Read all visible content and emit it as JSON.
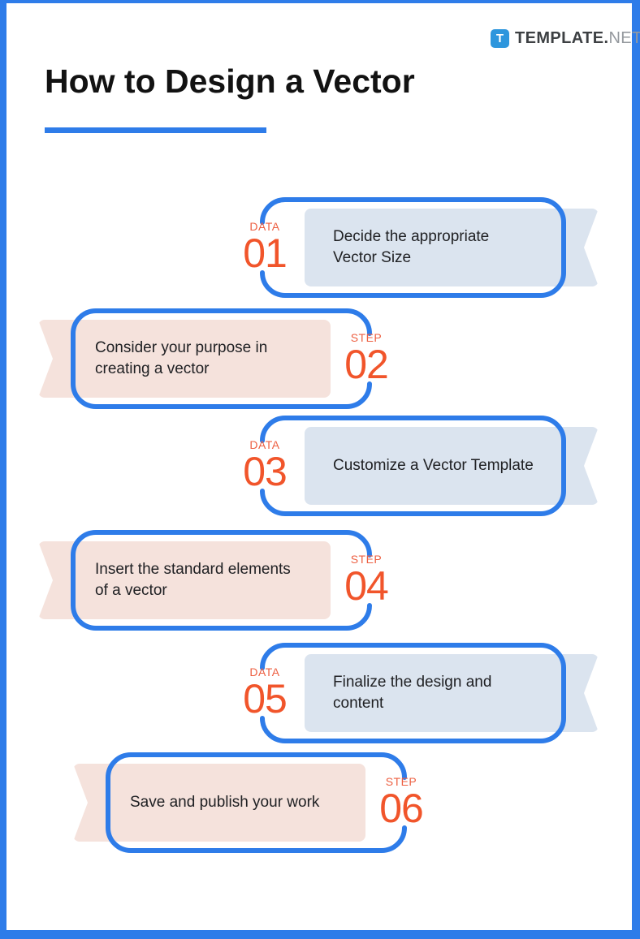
{
  "header": {
    "logo": {
      "icon_letter": "T",
      "brand": "TEMPLATE",
      "dot": ".",
      "suffix": "NET"
    },
    "title": "How to Design a Vector"
  },
  "steps": [
    {
      "label": "DATA",
      "number": "01",
      "lines": [
        "Decide the appropriate",
        "Vector Size"
      ]
    },
    {
      "label": "STEP",
      "number": "02",
      "lines": [
        "Consider your purpose in",
        "creating a vector"
      ]
    },
    {
      "label": "DATA",
      "number": "03",
      "lines": [
        "Customize a Vector Template"
      ]
    },
    {
      "label": "STEP",
      "number": "04",
      "lines": [
        "Insert the standard elements",
        "of a vector"
      ]
    },
    {
      "label": "DATA",
      "number": "05",
      "lines": [
        "Finalize the design and",
        "content"
      ]
    },
    {
      "label": "STEP",
      "number": "06",
      "lines": [
        "Save and publish your work"
      ]
    }
  ],
  "theme": {
    "accent_blue": "#2e7ce9",
    "number_orange": "#f1552b",
    "label_orange": "#ed5f41",
    "card_blue": "#dbe4ef",
    "card_pink": "#f5e2dc",
    "title_color": "#121212",
    "body_text": "#202124",
    "logo_blue": "#2d96dd",
    "logo_text_dark": "#3d4043",
    "logo_text_gray": "#95999e",
    "background": "#ffffff"
  }
}
